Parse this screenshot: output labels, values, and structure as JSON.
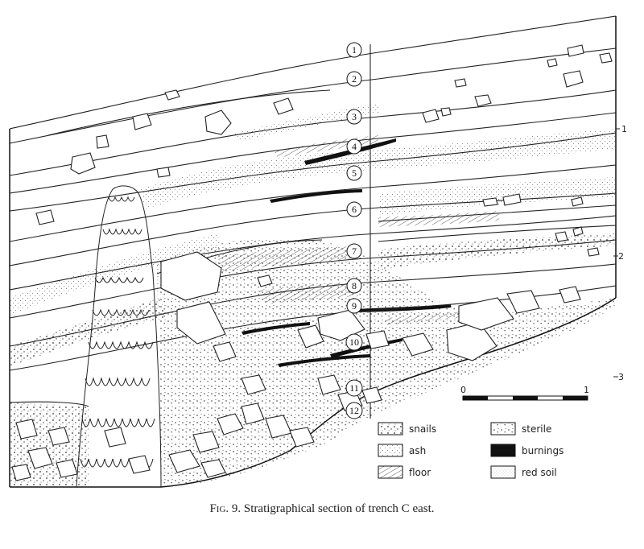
{
  "caption": {
    "fig_no": "Fig. 9.",
    "text": "Stratigraphical section of trench C east."
  },
  "layer_numbers": [
    "1",
    "2",
    "3",
    "4",
    "5",
    "6",
    "7",
    "8",
    "9",
    "10",
    "11",
    "12"
  ],
  "depth_marks": [
    "1",
    "2",
    "3"
  ],
  "scale": {
    "start": "0",
    "end": "1"
  },
  "legend": [
    {
      "key": "snails",
      "pattern": "snails-pattern"
    },
    {
      "key": "ash",
      "pattern": "ash-pattern"
    },
    {
      "key": "floor",
      "pattern": "floor-hatch-pattern"
    },
    {
      "key": "sterile",
      "pattern": "sterile-pattern"
    },
    {
      "key": "burnings",
      "pattern": "solid-black"
    },
    {
      "key": "red soil",
      "pattern": "red-soil-pattern"
    }
  ]
}
